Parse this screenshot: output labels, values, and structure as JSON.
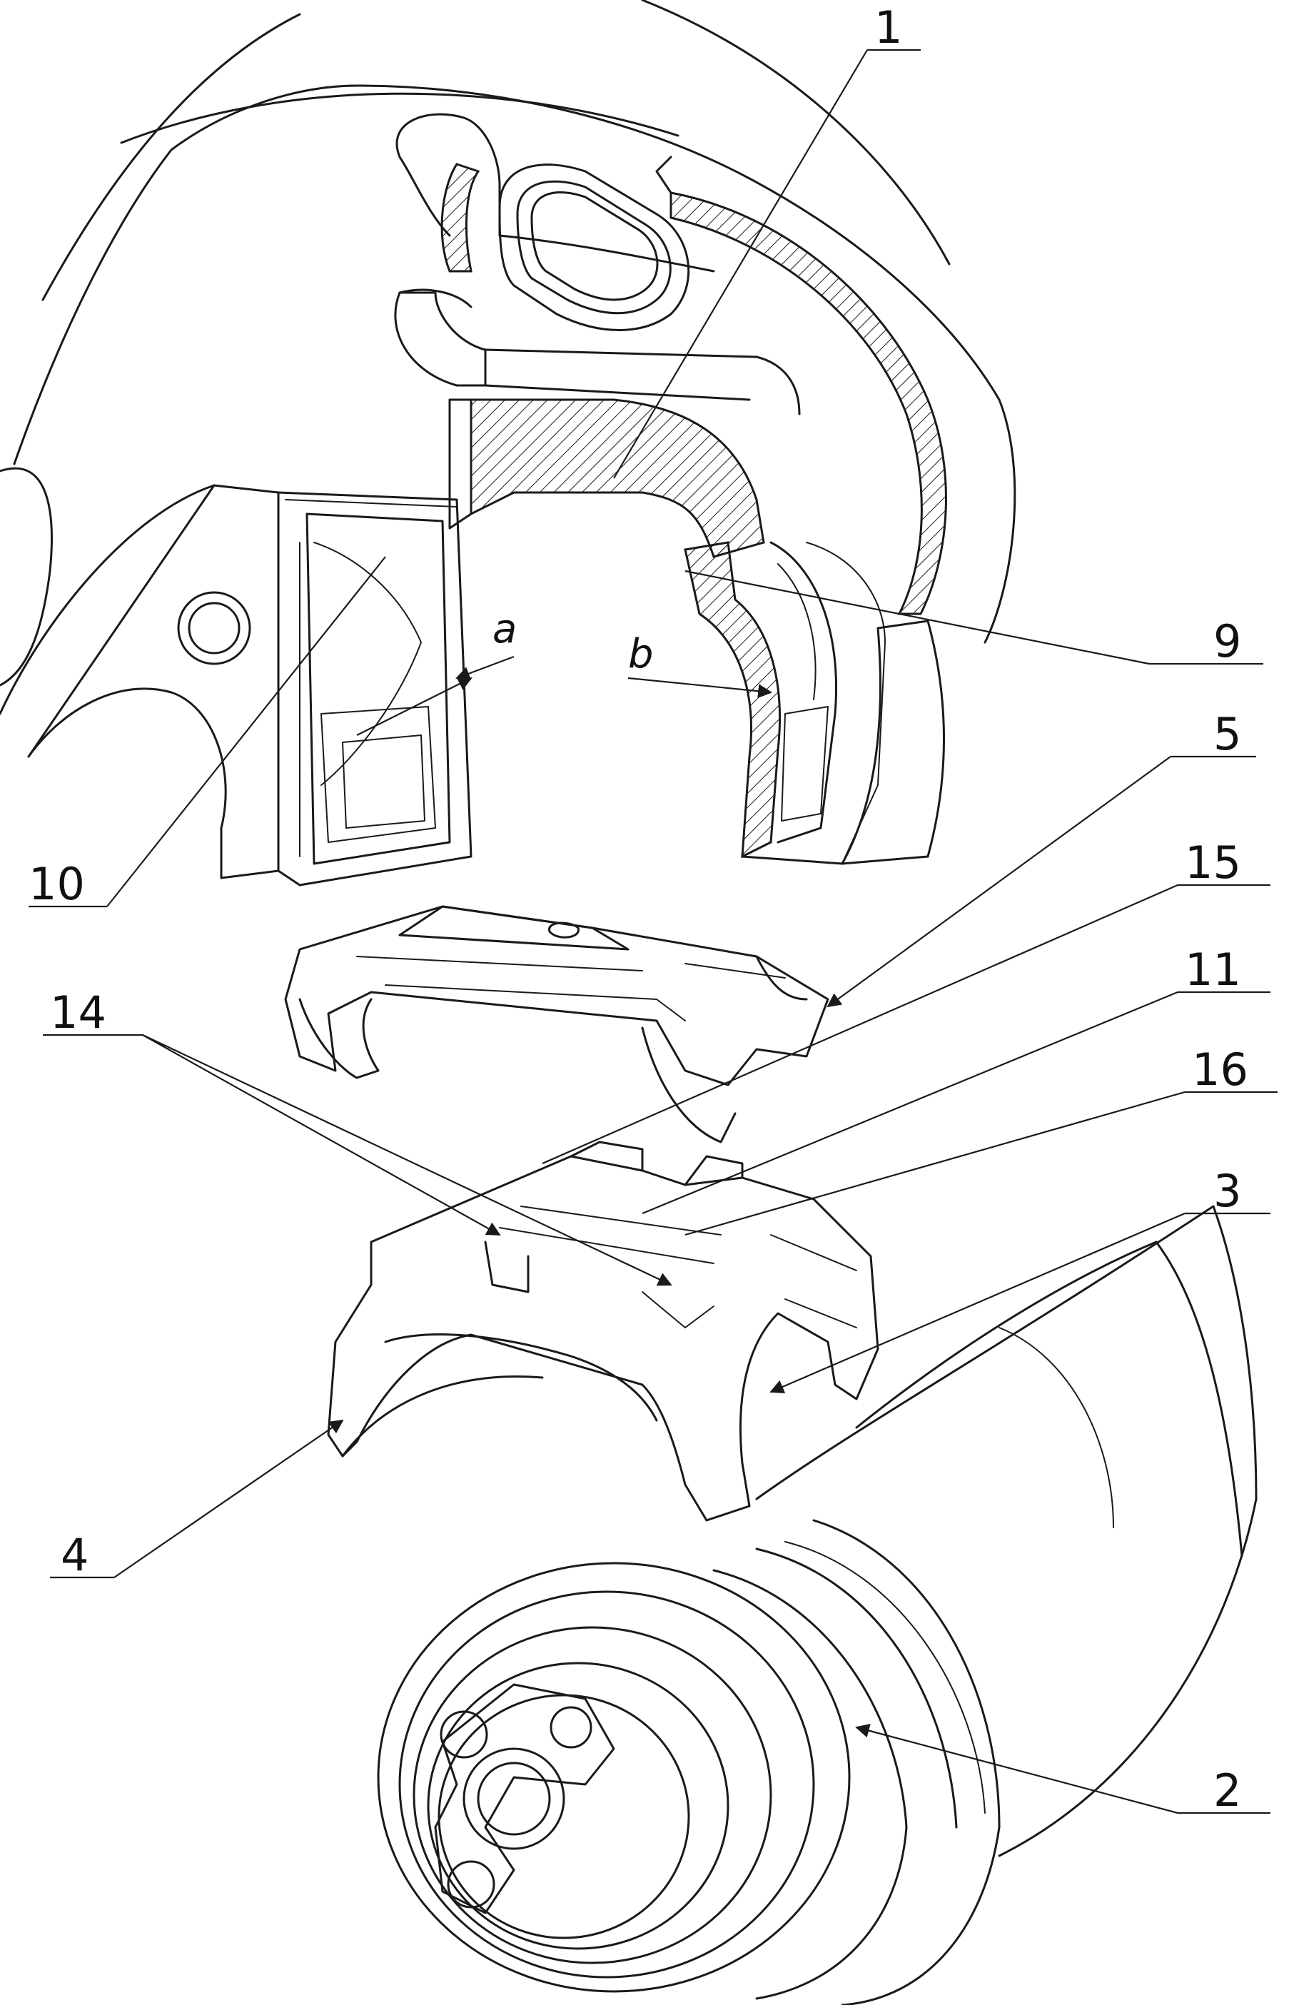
{
  "labels": {
    "part_1": "1",
    "part_2": "2",
    "part_3": "3",
    "part_4": "4",
    "part_5": "5",
    "part_9": "9",
    "part_10": "10",
    "part_11": "11",
    "part_14": "14",
    "part_15": "15",
    "part_16": "16"
  },
  "dimensions": {
    "a": "a",
    "b": "b"
  },
  "colors": {
    "line": "#1a1a1a",
    "background": "#ffffff"
  }
}
